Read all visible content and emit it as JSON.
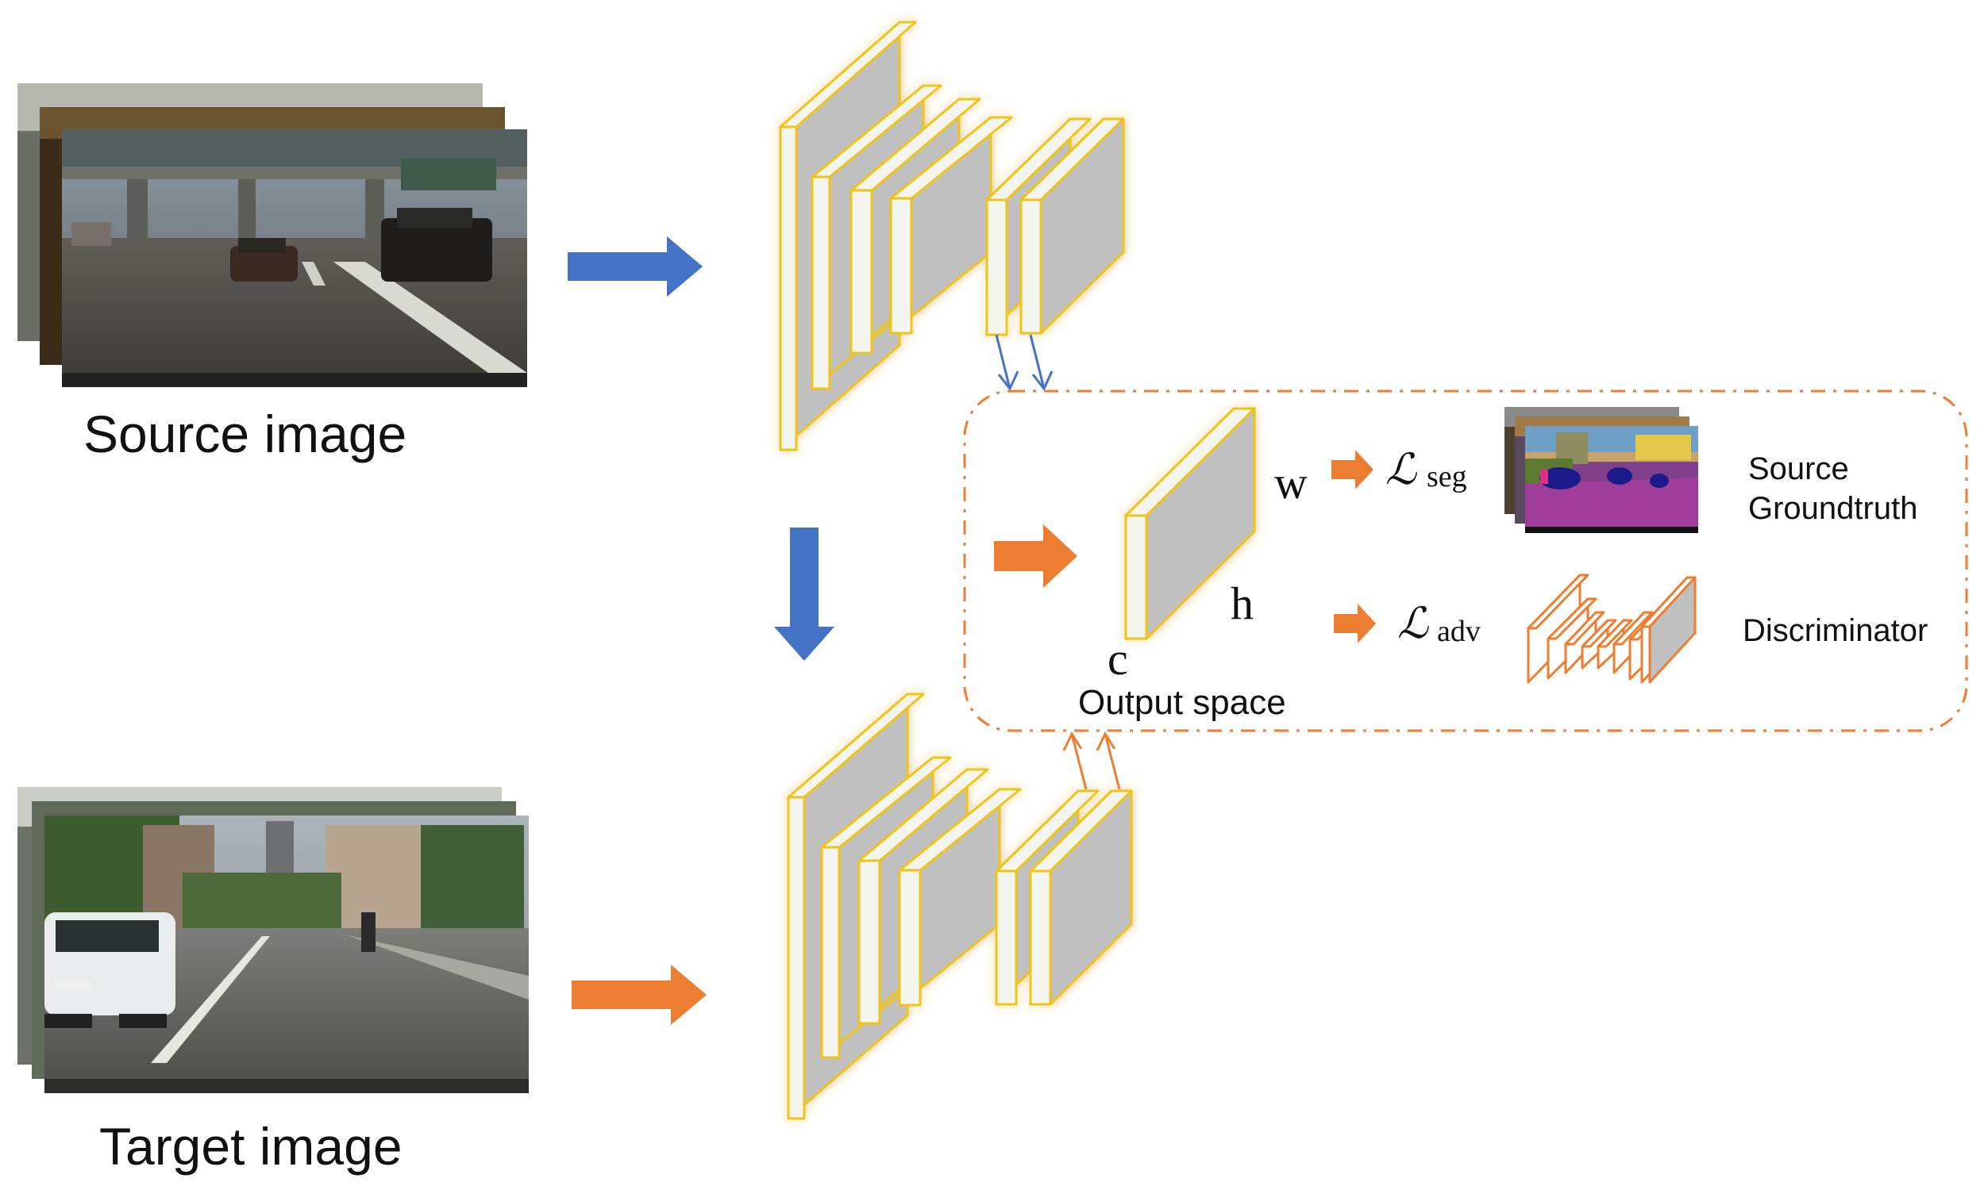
{
  "labels": {
    "source_image": "Source image",
    "target_image": "Target image",
    "output_space": "Output space",
    "dim_w": "w",
    "dim_h": "h",
    "dim_c": "c",
    "loss_symbol": "ℒ",
    "loss_seg": "seg",
    "loss_adv": "adv",
    "source_line1": "Source",
    "source_line2": "Groundtruth",
    "discriminator": "Discriminator"
  },
  "colors": {
    "blue_arrow": "#4472C4",
    "orange_arrow": "#ED7D31",
    "layer_border": "#F0C419",
    "layer_face": "#C0C0C0",
    "layer_side": "#F5F5F0",
    "dash_box": "#ED7D31",
    "discriminator_stroke": "#ED7D31",
    "segmap_purple": "#80408A",
    "segmap_road": "#A03C9A"
  },
  "icons": {
    "source_photo": "street-scene-photo-stack",
    "target_photo": "city-street-photo-stack",
    "segmentation": "segmentation-map-stack",
    "discriminator": "discriminator-network-icon",
    "network": "cnn-feature-layers"
  }
}
